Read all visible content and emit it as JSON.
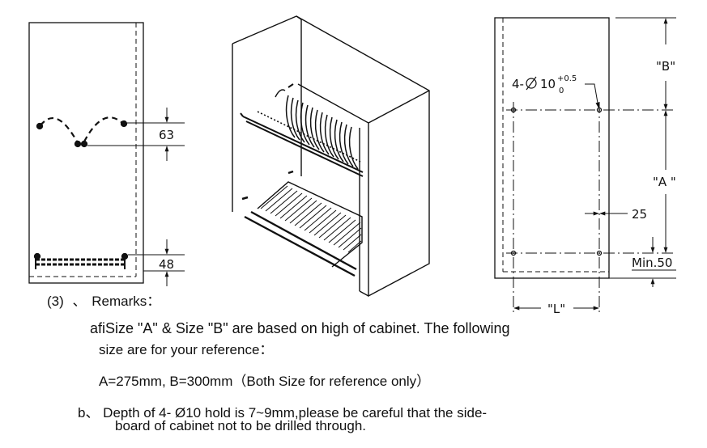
{
  "dimensions": {
    "left_top": "63",
    "left_bottom": "48",
    "right_b": "\"B\"",
    "right_a": "\"A \"",
    "right_25": "25",
    "right_min": "Min.50",
    "right_l": "\"L\"",
    "hole_prefix": "4-",
    "hole_diam": "10",
    "hole_tol_upper": "+0.5",
    "hole_tol_lower": "0"
  },
  "remarks": {
    "heading_index": "(3)",
    "heading_sep": "、",
    "heading_label": "Remarks：",
    "para_a_line1": "afiSize \"A\" & Size \"B\" are based on high of cabinet. The following",
    "para_a_line2": "size are for your reference：",
    "sizes": "A=275mm,  B=300mm（Both Size for reference only）",
    "para_b_line1": "b、 Depth of 4- Ø10 hold is 7~9mm,please be careful that the side-",
    "para_b_line2": "board of cabinet not to be drilled through."
  }
}
